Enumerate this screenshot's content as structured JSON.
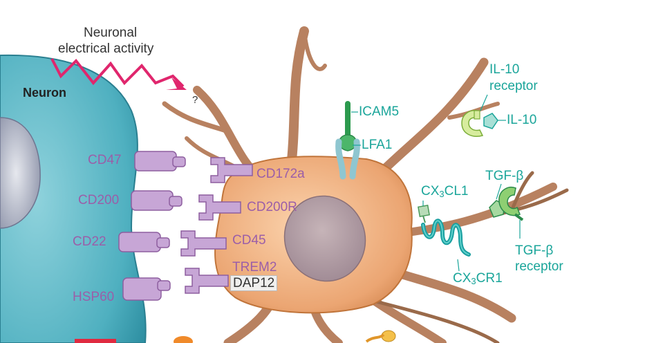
{
  "activity": {
    "line1": "Neuronal",
    "line2": "electrical activity",
    "question": "?"
  },
  "neuron": {
    "label": "Neuron"
  },
  "neuron_ligands": {
    "cd47": "CD47",
    "cd200": "CD200",
    "cd22": "CD22",
    "hsp60": "HSP60"
  },
  "microglia_receptors": {
    "cd172a": "CD172a",
    "cd200r": "CD200R",
    "cd45": "CD45",
    "trem2": "TREM2",
    "dap12": "DAP12"
  },
  "adhesion": {
    "icam5": "ICAM5",
    "lfa1": "LFA1"
  },
  "cytokines": {
    "il10_receptor_1": "IL-10",
    "il10_receptor_2": "receptor",
    "il10": "IL-10",
    "tgfb": "TGF-β",
    "tgfb_receptor_1": "TGF-β",
    "tgfb_receptor_2": "receptor"
  },
  "chemokines": {
    "cx3cl1_a": "CX",
    "cx3cl1_sub": "3",
    "cx3cl1_b": "CL1",
    "cx3cr1_a": "CX",
    "cx3cr1_sub": "3",
    "cx3cr1_b": "CR1"
  },
  "colors": {
    "purple": "#9b5ea8",
    "teal": "#1aa59a",
    "neuron": "#5fb8c6",
    "microglia": "#eba572",
    "arrow": "#e0266d"
  }
}
